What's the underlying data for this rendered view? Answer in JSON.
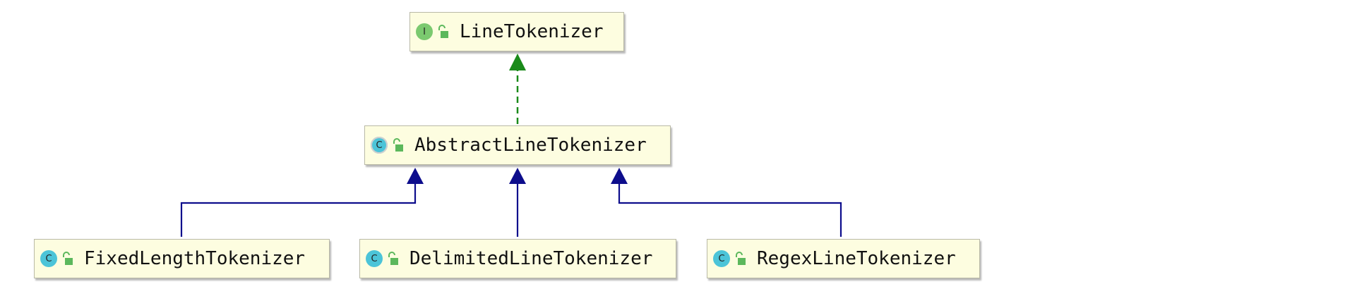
{
  "colors": {
    "node_background": "#fdfde0",
    "node_border": "#b9b9a6",
    "interface_icon": "#7bc96f",
    "class_icon": "#4cc4d8",
    "realization_arrow": "#1a8a1a",
    "inheritance_arrow": "#0d0d8c",
    "lock_icon": "#5cb85c"
  },
  "nodes": {
    "line_tokenizer": {
      "name": "LineTokenizer",
      "kind": "interface",
      "kind_letter": "I",
      "icons": [
        "interface-icon",
        "public-lock-icon"
      ]
    },
    "abstract_line_tokenizer": {
      "name": "AbstractLineTokenizer",
      "kind": "abstract class",
      "kind_letter": "C",
      "icons": [
        "abstract-class-icon",
        "public-lock-icon"
      ]
    },
    "fixed_length_tokenizer": {
      "name": "FixedLengthTokenizer",
      "kind": "class",
      "kind_letter": "C",
      "icons": [
        "class-icon",
        "public-lock-icon"
      ]
    },
    "delimited_line_tokenizer": {
      "name": "DelimitedLineTokenizer",
      "kind": "class",
      "kind_letter": "C",
      "icons": [
        "class-icon",
        "public-lock-icon"
      ]
    },
    "regex_line_tokenizer": {
      "name": "RegexLineTokenizer",
      "kind": "class",
      "kind_letter": "C",
      "icons": [
        "class-icon",
        "public-lock-icon"
      ]
    }
  },
  "edges": [
    {
      "from": "AbstractLineTokenizer",
      "to": "LineTokenizer",
      "type": "realization",
      "style": "dashed"
    },
    {
      "from": "FixedLengthTokenizer",
      "to": "AbstractLineTokenizer",
      "type": "inheritance",
      "style": "solid"
    },
    {
      "from": "DelimitedLineTokenizer",
      "to": "AbstractLineTokenizer",
      "type": "inheritance",
      "style": "solid"
    },
    {
      "from": "RegexLineTokenizer",
      "to": "AbstractLineTokenizer",
      "type": "inheritance",
      "style": "solid"
    }
  ]
}
